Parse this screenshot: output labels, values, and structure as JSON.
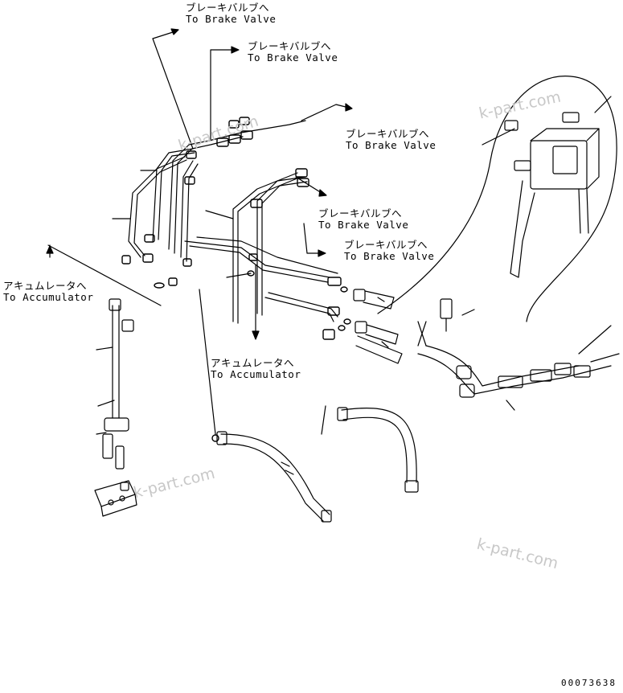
{
  "labels": {
    "brake_valve_1": {
      "jp": "ブレーキバルブへ",
      "en": "To Brake Valve"
    },
    "brake_valve_2": {
      "jp": "ブレーキバルブへ",
      "en": "To Brake Valve"
    },
    "brake_valve_3": {
      "jp": "ブレーキバルブへ",
      "en": "To Brake Valve"
    },
    "brake_valve_4": {
      "jp": "ブレーキバルブへ",
      "en": "To Brake Valve"
    },
    "brake_valve_5": {
      "jp": "ブレーキバルブへ",
      "en": "To Brake Valve"
    },
    "accumulator_left": {
      "jp": "アキュムレータへ",
      "en": "To Accumulator"
    },
    "accumulator_center": {
      "jp": "アキュムレータへ",
      "en": "To Accumulator"
    }
  },
  "watermarks": [
    "k-part.com",
    "k-part.com",
    "k-part.com",
    "k-part.com"
  ],
  "document_number": "00073638"
}
